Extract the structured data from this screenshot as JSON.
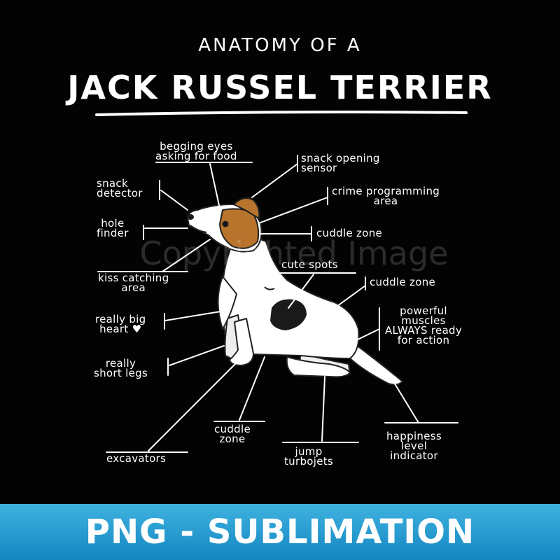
{
  "header": {
    "supertitle": "ANATOMY OF A",
    "title": "JACK RUSSEL TERRIER"
  },
  "watermark": "Copyrighted Image",
  "labels": {
    "begging_eyes": [
      "begging eyes",
      "asking for food"
    ],
    "snack_opening": [
      "snack opening",
      "sensor"
    ],
    "snack_detector": [
      "snack",
      "detector"
    ],
    "crime_area": [
      "crime programming",
      "area"
    ],
    "hole_finder": [
      "hole",
      "finder"
    ],
    "cuddle_zone_head": [
      "cuddle zone"
    ],
    "cute_spots": [
      "cute spots"
    ],
    "kiss_area": [
      "kiss catching",
      "area"
    ],
    "cuddle_zone_back": [
      "cuddle zone"
    ],
    "big_heart": [
      "really big",
      "heart ♥"
    ],
    "powerful_muscles": [
      "powerful",
      "muscles",
      "ALWAYS ready",
      "for action"
    ],
    "short_legs": [
      "really",
      "short legs"
    ],
    "cuddle_zone_belly": [
      "cuddle",
      "zone"
    ],
    "happiness": [
      "happiness",
      "level",
      "indicator"
    ],
    "excavators": [
      "excavators"
    ],
    "jump": [
      "jump",
      "turbojets"
    ]
  },
  "banner": {
    "text": "PNG - SUBLIMATION",
    "color_top": "#3fb2df",
    "color_bottom": "#1486c2"
  },
  "colors": {
    "background": "#030303",
    "ink": "#ffffff",
    "dog_body": "#ffffff",
    "dog_patch": "#b8742c",
    "dog_spot": "#1a1a1a"
  }
}
